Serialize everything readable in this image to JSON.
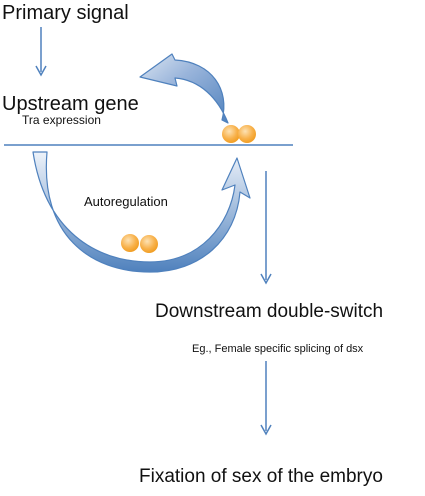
{
  "labels": {
    "primary_signal": "Primary signal",
    "upstream_gene": "Upstream gene",
    "tra_expression": "Tra expression",
    "autoregulation": "Autoregulation",
    "downstream": "Downstream double-switch",
    "example": "Eg., Female specific splicing of dsx",
    "fixation": "Fixation of sex of the embryo"
  },
  "colors": {
    "line": "#4f81bd",
    "arrow_fill_light": "#dce6f2",
    "arrow_fill_dark": "#4f81bd",
    "protein_light": "#fcd59a",
    "protein_dark": "#f5a123"
  },
  "icons": {
    "protein_dimer": "two-orange-circles"
  }
}
